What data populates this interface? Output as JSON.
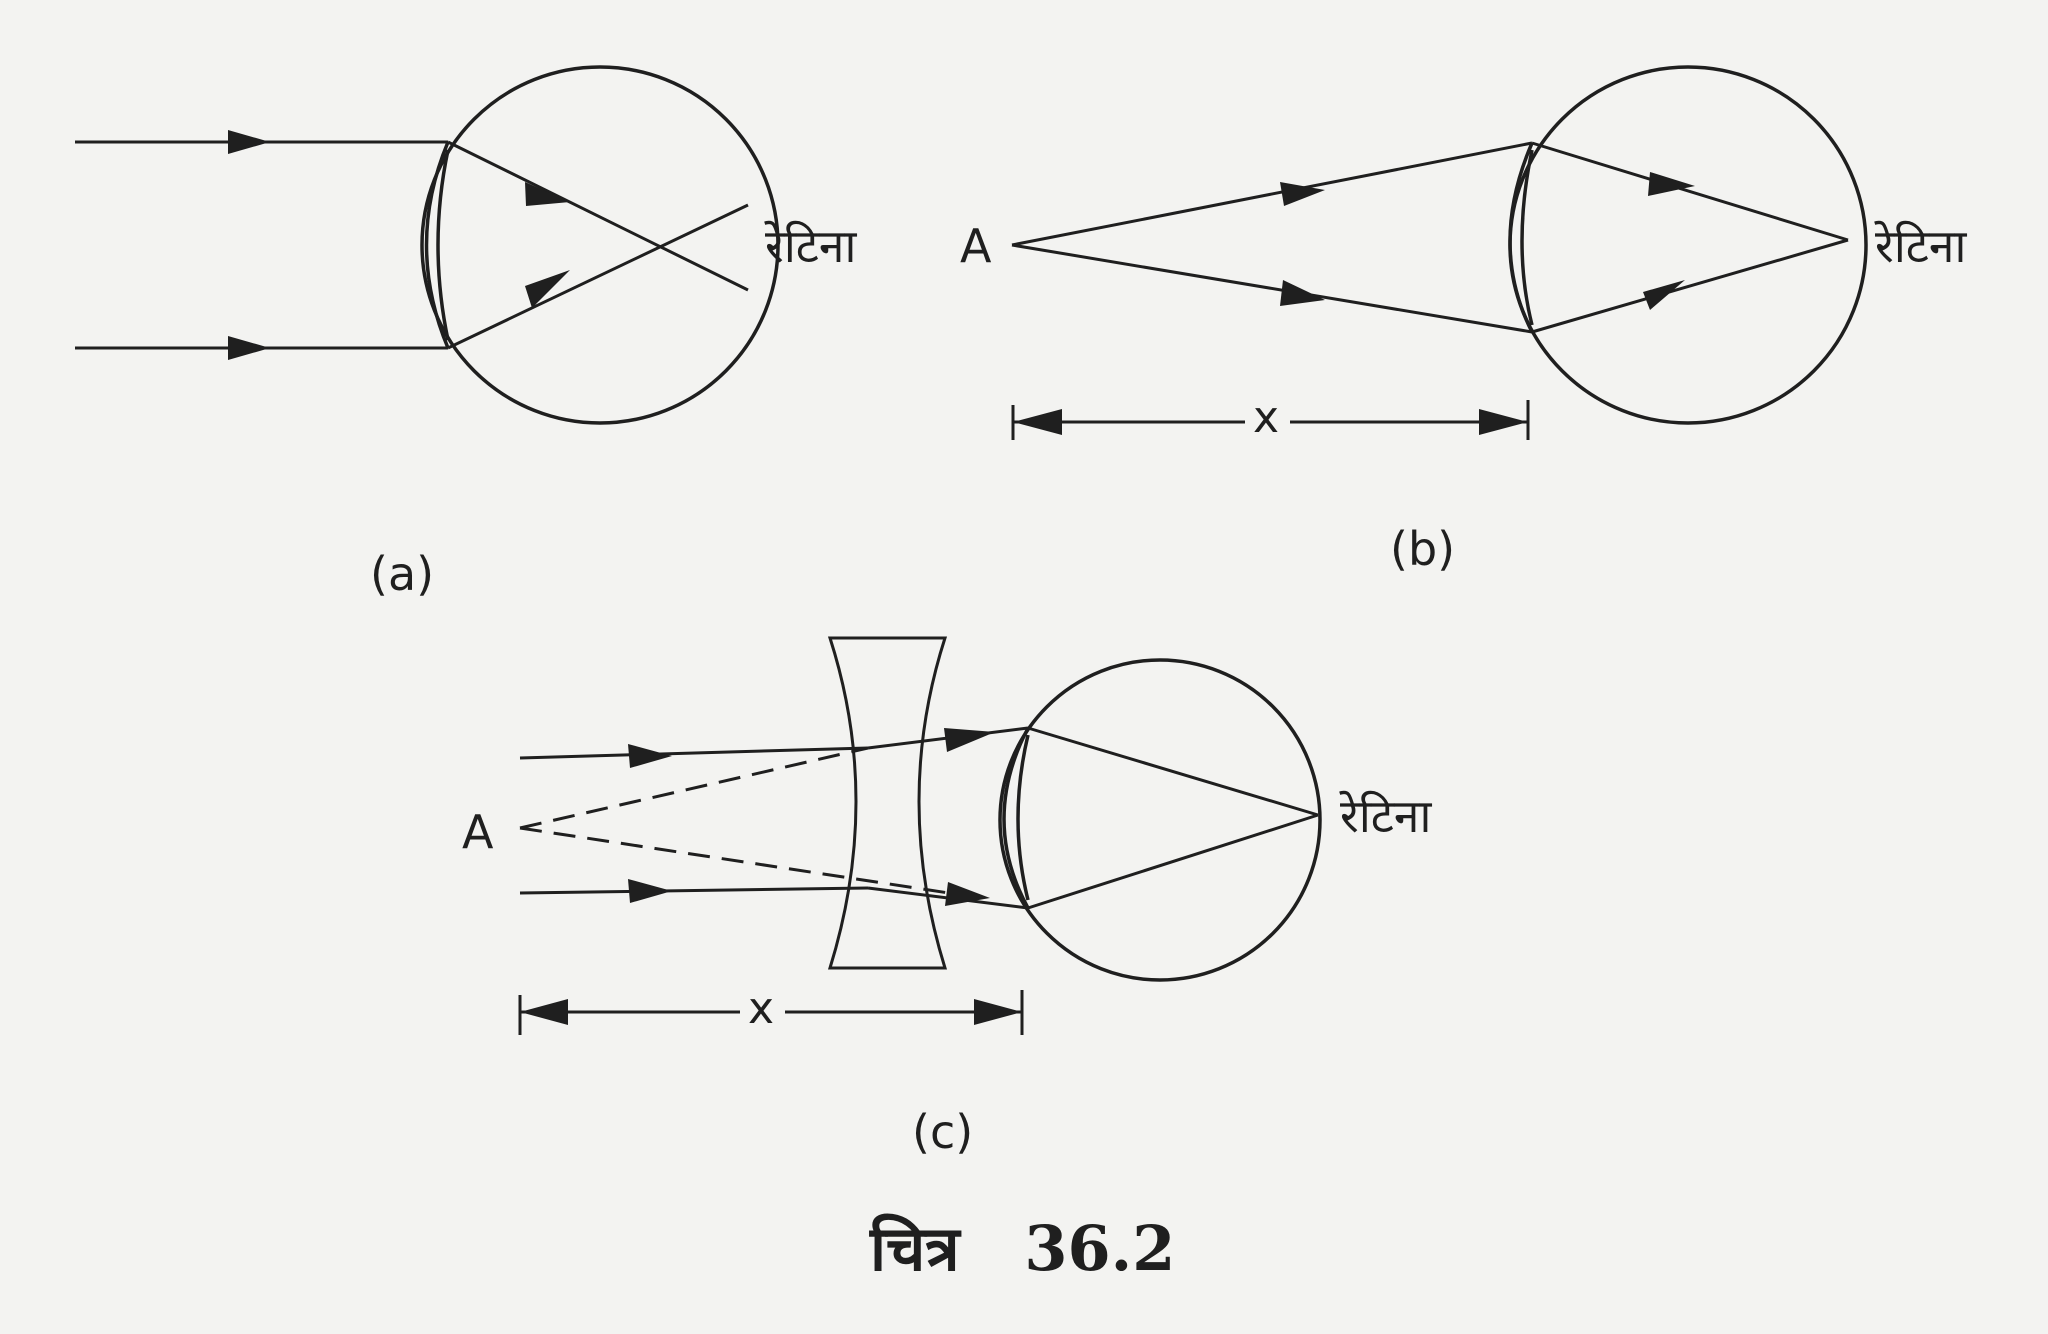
{
  "figure": {
    "caption": "चित्र   36.2",
    "panels": [
      {
        "id": "a",
        "label": "(a)",
        "retina_label": "रेटिना"
      },
      {
        "id": "b",
        "label": "(b)",
        "retina_label": "रेटिना",
        "point_label": "A",
        "distance_label": "x"
      },
      {
        "id": "c",
        "label": "(c)",
        "retina_label": "रेटिना",
        "point_label": "A",
        "distance_label": "x"
      }
    ]
  }
}
